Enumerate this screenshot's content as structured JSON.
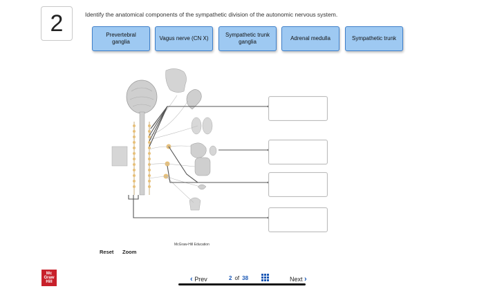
{
  "question": {
    "number": "2",
    "prompt": "Identify the anatomical components of the sympathetic division of the autonomic nervous system."
  },
  "labels": [
    {
      "line1": "Prevertebral",
      "line2": "ganglia"
    },
    {
      "line1": "Vagus nerve (CN X)",
      "line2": ""
    },
    {
      "line1": "Sympathetic trunk",
      "line2": "ganglia"
    },
    {
      "line1": "Adrenal medulla",
      "line2": ""
    },
    {
      "line1": "Sympathetic trunk",
      "line2": ""
    }
  ],
  "credit": "McGraw-Hill Education",
  "tools": {
    "reset": "Reset",
    "zoom": "Zoom"
  },
  "footer": {
    "logo": [
      "Mc",
      "Graw",
      "Hill"
    ],
    "prev_label": "Prev",
    "next_label": "Next",
    "page_current": "2",
    "page_of": "of",
    "page_total": "38"
  },
  "colors": {
    "label_fill": "#9ec9f2",
    "label_border": "#3f7fc9",
    "nav_accent": "#1a58b5",
    "logo_red": "#c8202a"
  }
}
